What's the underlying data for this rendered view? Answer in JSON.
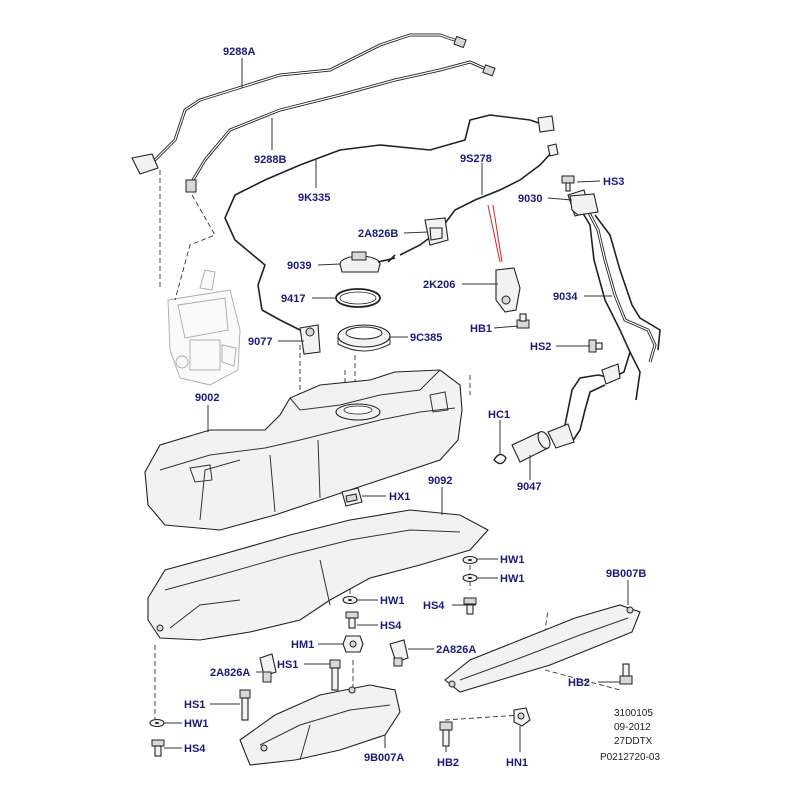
{
  "labels": {
    "l_9288A": "9288A",
    "l_9288B": "9288B",
    "l_9K335": "9K335",
    "l_9S278": "9S278",
    "l_HS3": "HS3",
    "l_9030": "9030",
    "l_2A826B": "2A826B",
    "l_9039": "9039",
    "l_2K206": "2K206",
    "l_9417": "9417",
    "l_9034": "9034",
    "l_HB1": "HB1",
    "l_9077": "9077",
    "l_9C385": "9C385",
    "l_HS2": "HS2",
    "l_9002": "9002",
    "l_HC1": "HC1",
    "l_9047": "9047",
    "l_HX1": "HX1",
    "l_9092": "9092",
    "l_HW1_a": "HW1",
    "l_HW1_b": "HW1",
    "l_9B007B": "9B007B",
    "l_HW1_c": "HW1",
    "l_HS4_a": "HS4",
    "l_HS4_b": "HS4",
    "l_HM1": "HM1",
    "l_2A826A_a": "2A826A",
    "l_2A826A_b": "2A826A",
    "l_HS1_a": "HS1",
    "l_HS1_b": "HS1",
    "l_HB2_a": "HB2",
    "l_HW1_d": "HW1",
    "l_HS4_c": "HS4",
    "l_9B007A": "9B007A",
    "l_HB2_b": "HB2",
    "l_HN1": "HN1"
  },
  "footer": {
    "line1": "3100105",
    "line2": "09-2012",
    "line3": "27DDTX",
    "line4": "P0212720-03"
  }
}
